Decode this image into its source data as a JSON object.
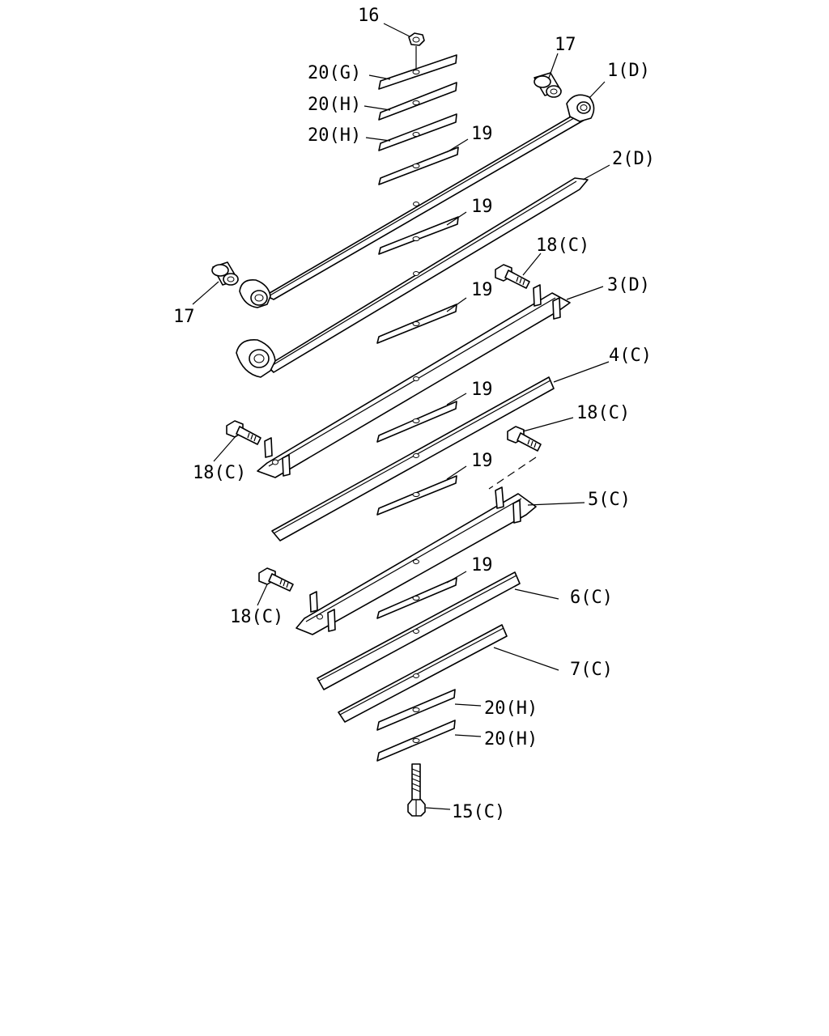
{
  "labels": {
    "l16": "16",
    "l17a": "17",
    "l17b": "17",
    "l1": "1(D)",
    "l2": "2(D)",
    "l3": "3(D)",
    "l4": "4(C)",
    "l5": "5(C)",
    "l6": "6(C)",
    "l7": "7(C)",
    "l15": "15(C)",
    "l18a": "18(C)",
    "l18b": "18(C)",
    "l18c": "18(C)",
    "l18d": "18(C)",
    "l19a": "19",
    "l19b": "19",
    "l19c": "19",
    "l19d": "19",
    "l19e": "19",
    "l19f": "19",
    "l20g": "20(G)",
    "l20h1": "20(H)",
    "l20h2": "20(H)",
    "l20h3": "20(H)",
    "l20h4": "20(H)"
  }
}
